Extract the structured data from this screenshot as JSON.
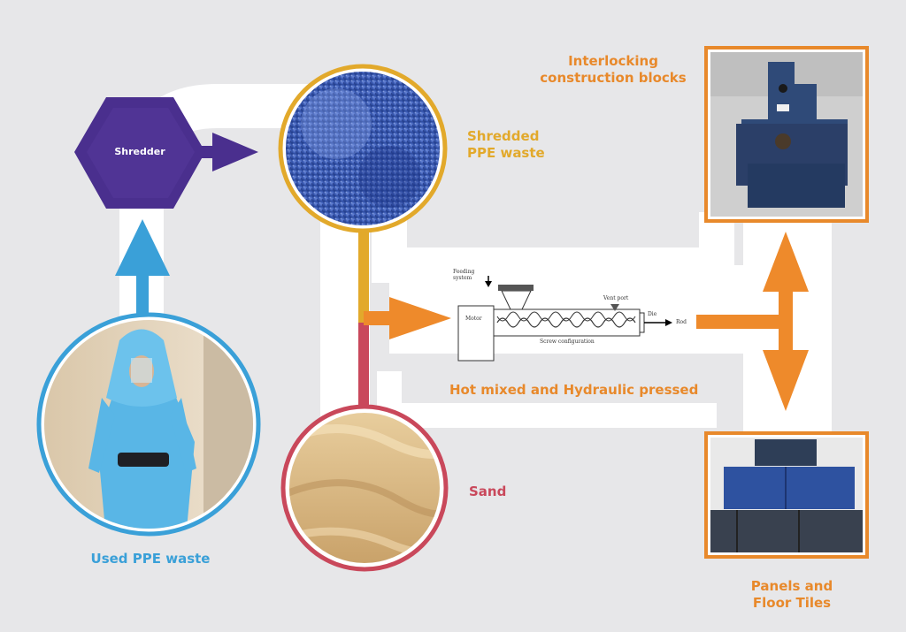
{
  "diagram": {
    "shredder_label": "Shredder",
    "shredded_label_line1": "Shredded",
    "shredded_label_line2": "PPE waste",
    "sand_label": "Sand",
    "used_ppe_label": "Used PPE waste",
    "process_label": "Hot mixed and Hydraulic pressed",
    "blocks_label_line1": "Interlocking",
    "blocks_label_line2": "construction blocks",
    "tiles_label_line1": "Panels and",
    "tiles_label_line2": "Floor Tiles",
    "extruder": {
      "feeding_label": "Feeding system",
      "motor_label": "Motor",
      "vent_label": "Vent port",
      "die_label": "Die",
      "output_label": "Rod",
      "screw_label": "Screw configuration"
    }
  },
  "colors": {
    "background": "#e7e7e9",
    "path": "#ffffff",
    "hexagon": "#4a2f8e",
    "blue": "#3aa0d8",
    "yellow": "#e2a92b",
    "red": "#c9485b",
    "orange": "#ee8a2b",
    "photo_frame": "#e8892b"
  }
}
